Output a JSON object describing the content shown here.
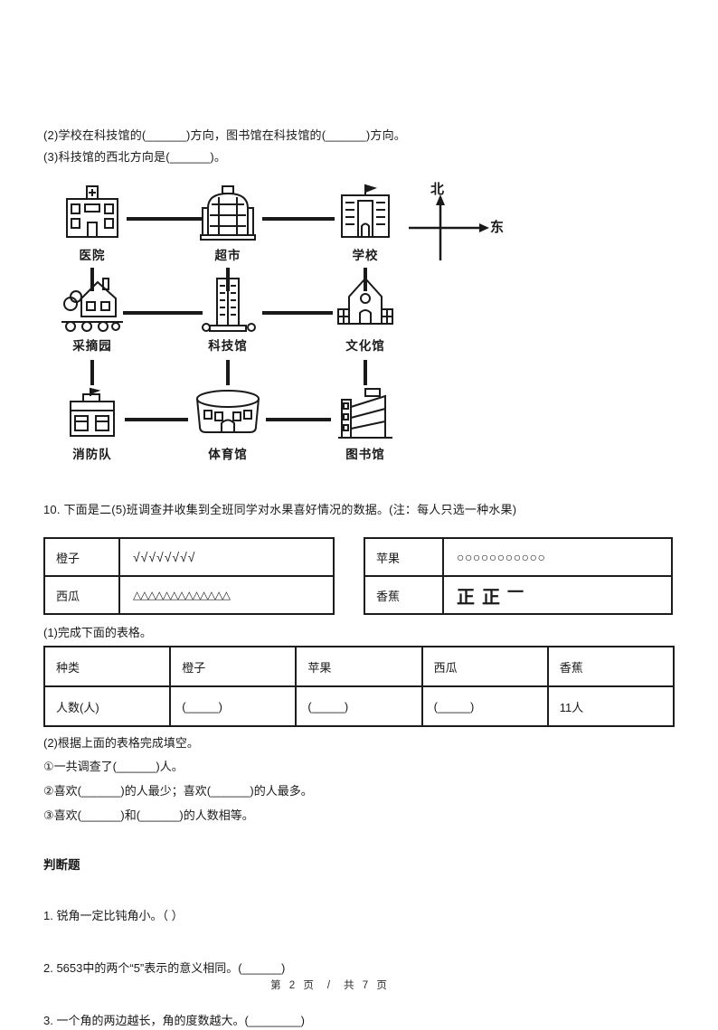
{
  "intro": {
    "line2": "(2)学校在科技馆的(______)方向，图书馆在科技馆的(______)方向。",
    "line3": "(3)科技馆的西北方向是(______)。"
  },
  "map": {
    "compass": {
      "north": "北",
      "east": "东"
    },
    "buildings": [
      {
        "label": "医院"
      },
      {
        "label": "超市"
      },
      {
        "label": "学校"
      },
      {
        "label": "采摘园"
      },
      {
        "label": "科技馆"
      },
      {
        "label": "文化馆"
      },
      {
        "label": "消防队"
      },
      {
        "label": "体育馆"
      },
      {
        "label": "图书馆"
      }
    ]
  },
  "q10": {
    "stem": "10. 下面是二(5)班调查并收集到全班同学对水果喜好情况的数据。(注：每人只选一种水果)",
    "tally_left": [
      {
        "label": "橙子",
        "marks": "√√√√√√√√"
      },
      {
        "label": "西瓜",
        "marks": "△△△△△△△△△△△△△"
      }
    ],
    "tally_right": [
      {
        "label": "苹果",
        "marks": "○○○○○○○○○○○"
      },
      {
        "label": "香蕉",
        "marks": "正正",
        "partial": "一"
      }
    ],
    "part1_label": "(1)完成下面的表格。",
    "table": {
      "header": [
        "种类",
        "橙子",
        "苹果",
        "西瓜",
        "香蕉"
      ],
      "row_label": "人数(人)",
      "cells": [
        "(_____)",
        "(_____)",
        "(_____)",
        "11人"
      ]
    },
    "part2_label": "(2)根据上面的表格完成填空。",
    "blanks": [
      "①一共调查了(______)人。",
      "②喜欢(______)的人最少；喜欢(______)的人最多。",
      "③喜欢(______)和(______)的人数相等。"
    ]
  },
  "judge": {
    "title": "判断题",
    "items": [
      "1. 锐角一定比钝角小。（ ）",
      "2. 5653中的两个“5”表示的意义相同。(______)",
      "3. 一个角的两边越长，角的度数越大。(________)"
    ]
  },
  "footer": {
    "page": "第 2 页",
    "sep": "/",
    "total": "共 7 页"
  }
}
